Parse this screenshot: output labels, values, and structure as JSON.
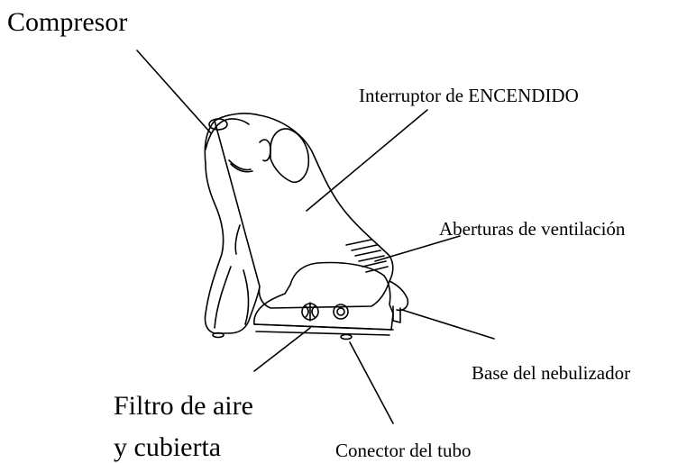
{
  "labels": {
    "compressor": "Compresor",
    "power_switch": "Interruptor de ENCENDIDO",
    "vents": "Aberturas de ventilación",
    "nebulizer_base": "Base del nebulizador",
    "air_filter_line1": "Filtro de aire",
    "air_filter_line2": "y cubierta",
    "tube_connector": "Conector del tubo"
  },
  "colors": {
    "ink": "#000000",
    "background": "#ffffff"
  }
}
